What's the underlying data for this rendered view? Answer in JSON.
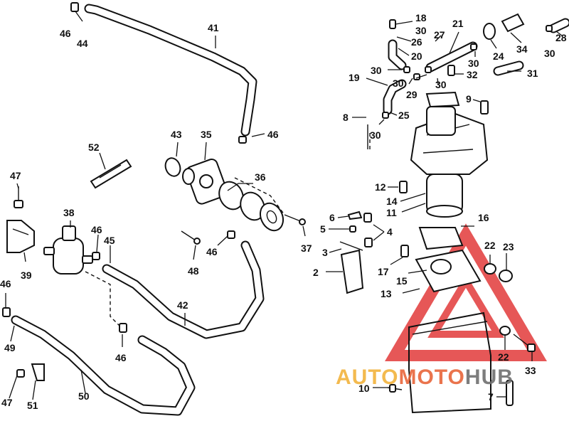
{
  "labels": {
    "l1": "46",
    "l2": "44",
    "l3": "41",
    "l4": "18",
    "l5": "30",
    "l6": "26",
    "l7": "20",
    "l8": "27",
    "l9": "21",
    "l10": "30",
    "l11": "24",
    "l12": "34",
    "l13": "28",
    "l14": "30",
    "l15": "30",
    "l16": "19",
    "l17": "30",
    "l18": "29",
    "l19": "30",
    "l20": "32",
    "l21": "31",
    "l22": "9",
    "l23": "8",
    "l24": "25",
    "l25": "30",
    "l26": "43",
    "l27": "35",
    "l28": "46",
    "l29": "52",
    "l30": "36",
    "l31": "47",
    "l32": "12",
    "l33": "14",
    "l34": "11",
    "l35": "38",
    "l36": "46",
    "l37": "45",
    "l38": "6",
    "l39": "5",
    "l40": "4",
    "l41": "16",
    "l42": "37",
    "l43": "46",
    "l44": "48",
    "l45": "39",
    "l46": "3",
    "l47": "22",
    "l48": "23",
    "l49": "17",
    "l50": "2",
    "l51": "15",
    "l52": "13",
    "l53": "46",
    "l54": "42",
    "l55": "49",
    "l56": "46",
    "l57": "22",
    "l58": "33",
    "l59": "50",
    "l60": "47",
    "l61": "51",
    "l62": "10",
    "l63": "7"
  },
  "watermark": {
    "text": "AUTOMOTOHUB",
    "colors": {
      "triangle": "#e23a3a",
      "auto": "#f2b33d",
      "moto": "#e8663a",
      "hub": "#6f6f6f"
    }
  }
}
